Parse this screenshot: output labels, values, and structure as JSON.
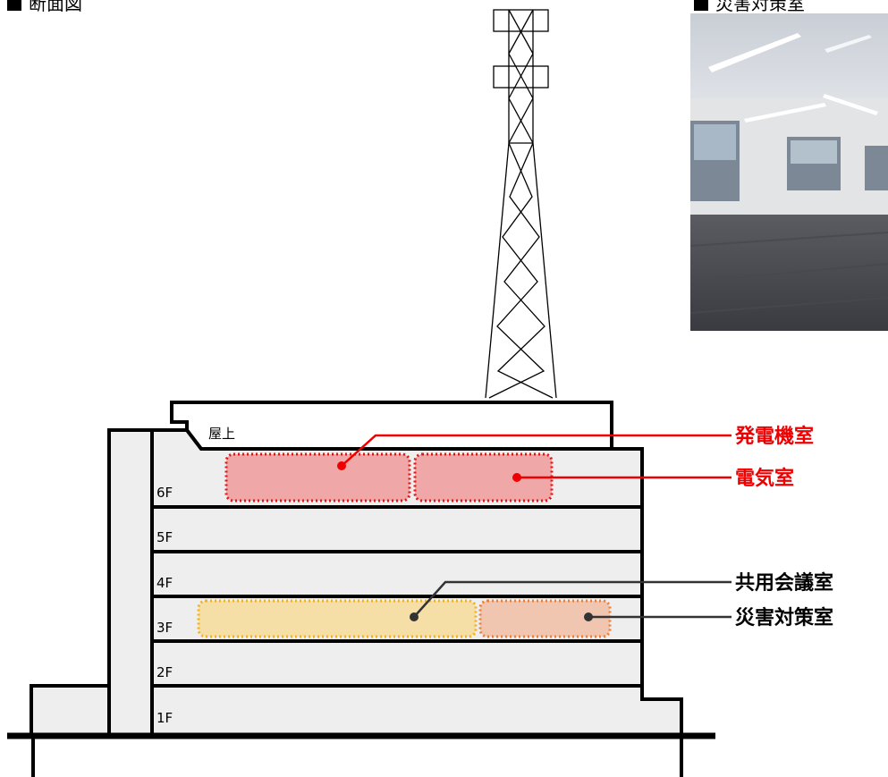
{
  "headings": {
    "section_label": "断面図",
    "photo_label": "災害対策室"
  },
  "floors": [
    "屋上",
    "6F",
    "5F",
    "4F",
    "3F",
    "2F",
    "1F"
  ],
  "callouts": {
    "generator_room": "発電機室",
    "electrical_room": "電気室",
    "shared_meeting_room": "共用会議室",
    "disaster_room": "災害対策室"
  },
  "colors": {
    "building_fill": "#eeeeee",
    "generator_fill": "#f0a7a7",
    "generator_border": "#e21414",
    "meeting_fill": "#f5dfa6",
    "meeting_border": "#f3b21a",
    "disaster_fill": "#f0c6b1",
    "disaster_border": "#ef7e35",
    "callout_red": "#ee0000"
  }
}
